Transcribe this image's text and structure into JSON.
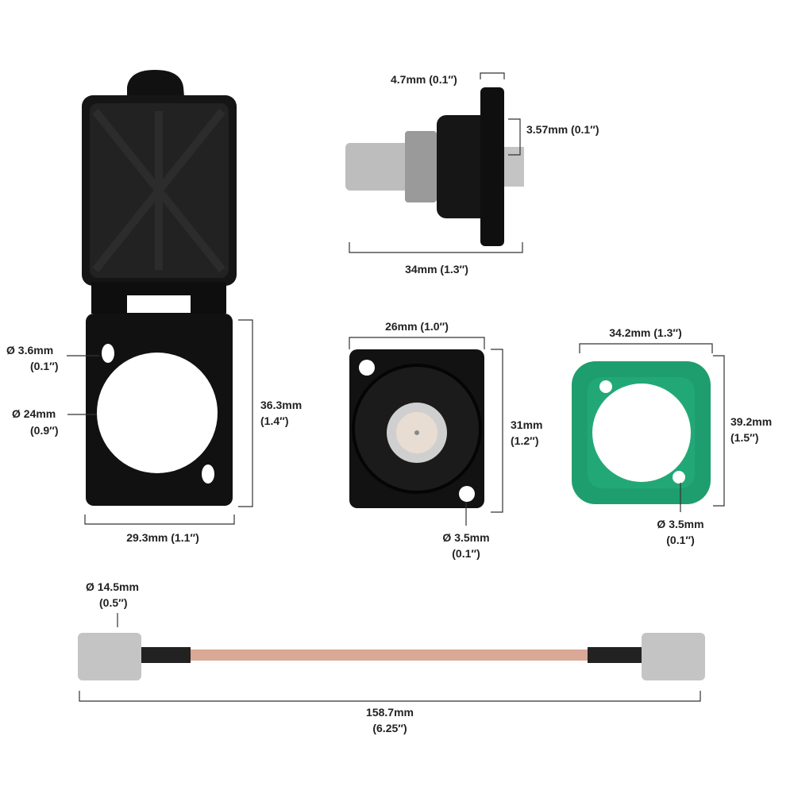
{
  "colors": {
    "connector": "#111111",
    "gasket": "#1e9e6e",
    "cable": "#d9a896",
    "metal": "#c8c8c8",
    "dimension_line": "#333333"
  },
  "dims": {
    "flange_thickness": "4.7mm (0.1″)",
    "rear_depth": "3.57mm (0.1″)",
    "side_length": "34mm (1.3″)",
    "front_width": "26mm (1.0″)",
    "gasket_width": "34.2mm (1.3″)",
    "cover_hole": {
      "line1": "Ø 3.6mm",
      "line2": "(0.1″)"
    },
    "cover_opening": {
      "line1": "Ø 24mm",
      "line2": "(0.9″)"
    },
    "cover_height": {
      "line1": "36.3mm",
      "line2": "(1.4″)"
    },
    "front_height": {
      "line1": "31mm",
      "line2": "(1.2″)"
    },
    "gasket_height": {
      "line1": "39.2mm",
      "line2": "(1.5″)"
    },
    "cover_width": "29.3mm (1.1″)",
    "front_hole": {
      "line1": "Ø 3.5mm",
      "line2": "(0.1″)"
    },
    "gasket_hole": {
      "line1": "Ø 3.5mm",
      "line2": "(0.1″)"
    },
    "cable_diameter": {
      "line1": "Ø 14.5mm",
      "line2": "(0.5″)"
    },
    "cable_length": {
      "line1": "158.7mm",
      "line2": "(6.25″)"
    }
  }
}
